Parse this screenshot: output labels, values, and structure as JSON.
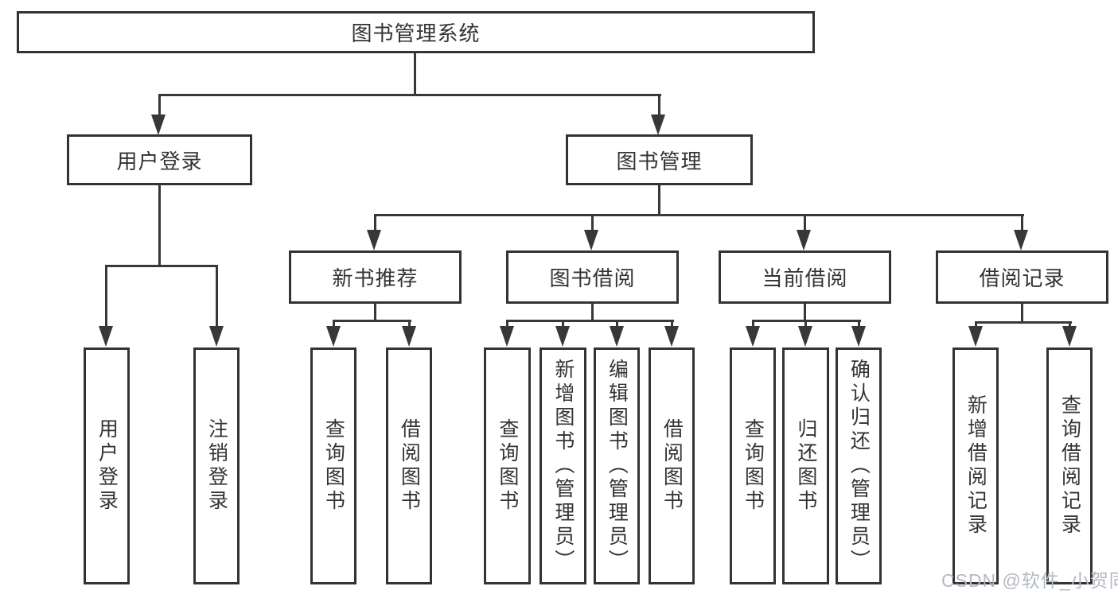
{
  "diagram": {
    "root": {
      "label": "图书管理系统"
    },
    "branches": [
      {
        "label": "用户登录",
        "children": [
          {
            "label": "用户登录"
          },
          {
            "label": "注销登录"
          }
        ]
      },
      {
        "label": "图书管理",
        "children": [
          {
            "label": "新书推荐",
            "children": [
              {
                "label": "查询图书"
              },
              {
                "label": "借阅图书"
              }
            ]
          },
          {
            "label": "图书借阅",
            "children": [
              {
                "label": "查询图书"
              },
              {
                "label": "新增图书（管理员）"
              },
              {
                "label": "编辑图书（管理员）"
              },
              {
                "label": "借阅图书"
              }
            ]
          },
          {
            "label": "当前借阅",
            "children": [
              {
                "label": "查询图书"
              },
              {
                "label": "归还图书"
              },
              {
                "label": "确认归还（管理员）"
              }
            ]
          },
          {
            "label": "借阅记录",
            "children": [
              {
                "label": "新增借阅记录"
              },
              {
                "label": "查询借阅记录"
              }
            ]
          }
        ]
      }
    ]
  },
  "watermark": {
    "text": "CSDN @软件_小贺同学"
  },
  "colors": {
    "line": "#383838",
    "border": "#333333",
    "text": "#333333",
    "watermark": "#b4b9c2",
    "background": "#ffffff"
  }
}
